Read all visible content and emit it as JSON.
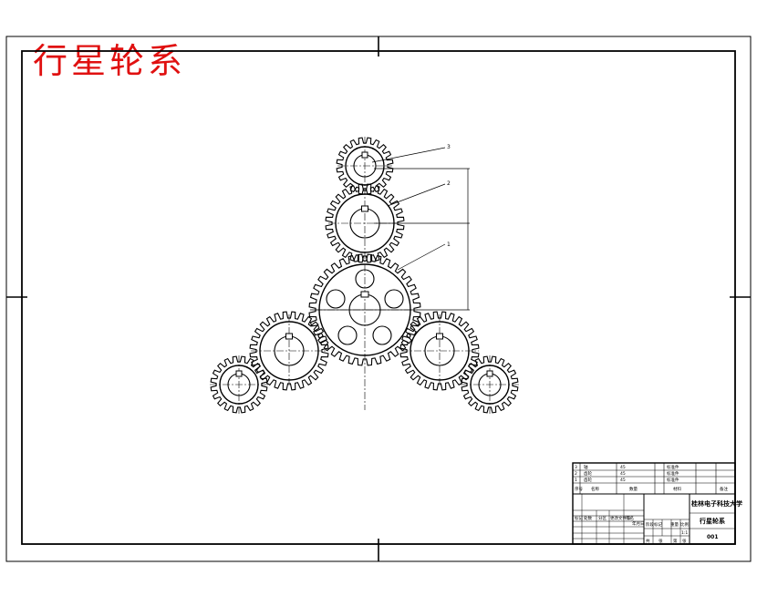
{
  "drawing": {
    "title": "行星轮系",
    "balloons": [
      "3",
      "2",
      "1"
    ]
  },
  "title_block": {
    "school": "桂林电子科技大学",
    "drawing_name": "行星轮系",
    "drawing_no": "001",
    "rows": [
      [
        "3",
        "轴",
        "",
        "45",
        "",
        "标准件"
      ],
      [
        "2",
        "齿轮",
        "",
        "45",
        "",
        "标准件"
      ],
      [
        "1",
        "齿轮",
        "",
        "45",
        "",
        "标准件"
      ]
    ],
    "header": [
      "序号",
      "名称",
      "数量",
      "材料",
      "备注"
    ],
    "sign_labels": [
      "标记",
      "处数",
      "分区",
      "更改文件号",
      "签名",
      "年月日"
    ],
    "meta_labels": [
      "阶段标记",
      "重量",
      "比例"
    ],
    "scale": "1:1",
    "sheet_labels": [
      "共",
      "张",
      "第",
      "张"
    ]
  }
}
